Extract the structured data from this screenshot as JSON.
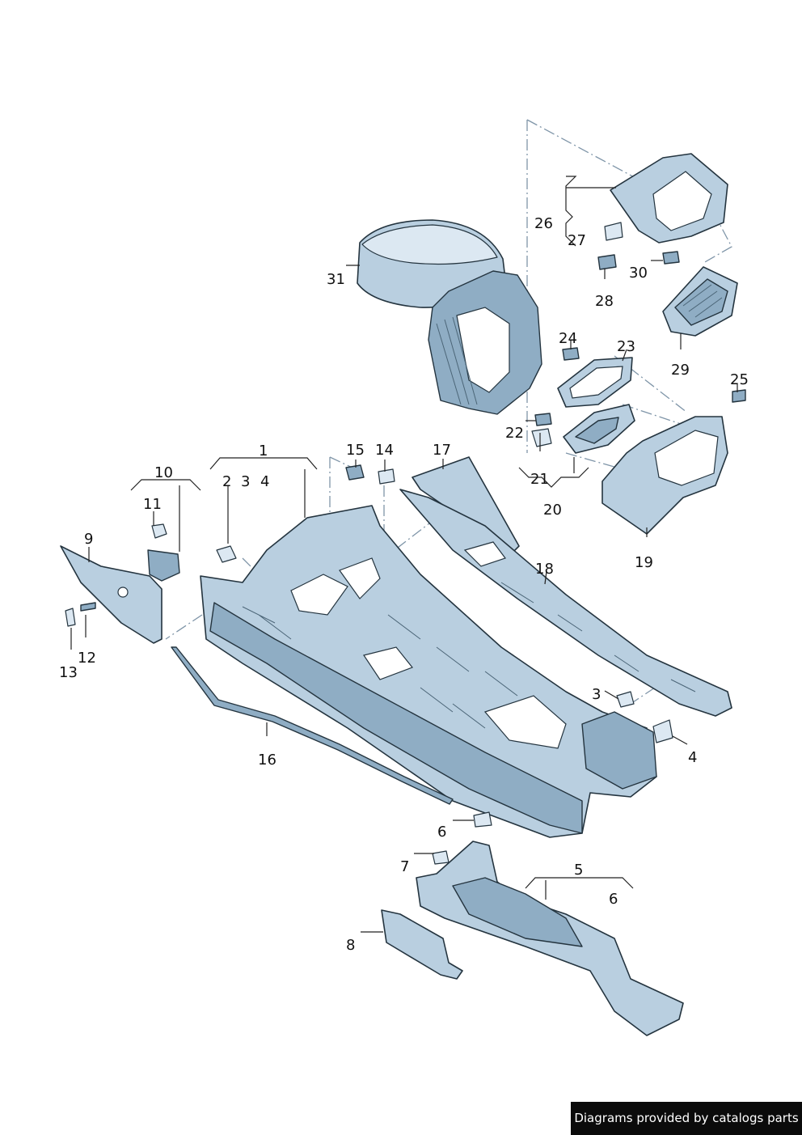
{
  "callouts": [
    "1",
    "2",
    "3",
    "4",
    "3",
    "4",
    "5",
    "6",
    "6",
    "7",
    "8",
    "9",
    "10",
    "11",
    "12",
    "13",
    "14",
    "15",
    "16",
    "17",
    "18",
    "19",
    "20",
    "21",
    "22",
    "23",
    "24",
    "25",
    "26",
    "27",
    "28",
    "29",
    "30",
    "31"
  ],
  "credit": "Diagrams provided by catalogs parts",
  "colors": {
    "part_fill": "#b9cfe0",
    "part_dark": "#8fadc4",
    "outline": "#24343f",
    "phantom_line": "#7f95a8"
  }
}
